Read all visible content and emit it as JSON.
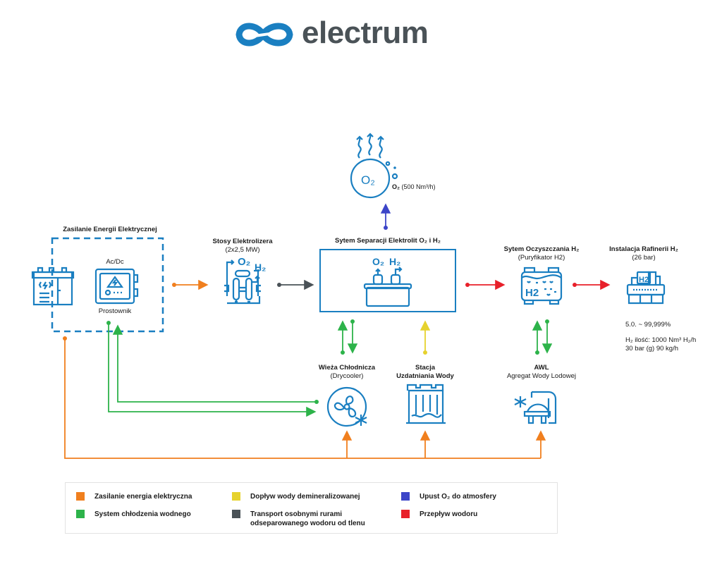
{
  "brand": {
    "name": "electrum",
    "logo_color": "#1a7fc1",
    "text_color": "#4a5257"
  },
  "colors": {
    "power": "#f07f1e",
    "cooling": "#2db34a",
    "demin_water": "#e6d22e",
    "transport": "#4a5257",
    "o2_vent": "#3c45c8",
    "hydrogen": "#e8202a",
    "icon": "#1a7fc1"
  },
  "nodes": {
    "power_supply": {
      "title": "Zasilanie Energii Elektrycznej",
      "top_label": "Ac/Dc",
      "bottom_label": "Prostownik"
    },
    "stacks": {
      "title": "Stosy Elektrolizera",
      "subtitle": "(2x2,5 MW)"
    },
    "separation": {
      "title": "Sytem Separacji Elektrolit O₂ i H₂"
    },
    "o2_output": {
      "label_bold": "O₂",
      "label": " (500 Nm³/h)"
    },
    "purification": {
      "title": "Sytem Oczyszczania H₂",
      "subtitle": "(Puryfikator H2)"
    },
    "refinery": {
      "title": "Instalacja Rafinerii H₂",
      "subtitle": "(26 bar)"
    },
    "drycooler": {
      "title": "Wieża Chłodnicza",
      "subtitle": "(Drycooler)"
    },
    "water_station": {
      "title_line1": "Stacja",
      "title_line2": "Uzdatniania Wody"
    },
    "awl": {
      "title": "AWL",
      "subtitle": "Agregat Wody Lodowej"
    }
  },
  "refinery_notes": {
    "purity": "5.0. ~ 99,999%",
    "amount": "H₂ ilość: 1000 Nm³ H₂/h",
    "pressure": "30 bar (g) 90 kg/h"
  },
  "legend": [
    {
      "label": "Zasilanie energia elektryczna",
      "color": "#f07f1e"
    },
    {
      "label": "System chłodzenia wodnego",
      "color": "#2db34a"
    },
    {
      "label": "Dopływ wody demineralizowanej",
      "color": "#e6d22e"
    },
    {
      "label": "Transport osobnymi rurami odseparowanego wodoru od tlenu",
      "line1": "Transport osobnymi rurami",
      "line2": "odseparowanego wodoru od tlenu",
      "color": "#4a5257"
    },
    {
      "label": "Upust O₂ do atmosfery",
      "color": "#3c45c8"
    },
    {
      "label": "Przepływ wodoru",
      "color": "#e8202a"
    }
  ],
  "icon_texts": {
    "o2": "O₂",
    "h2": "H₂",
    "h2_plain": "H2"
  }
}
